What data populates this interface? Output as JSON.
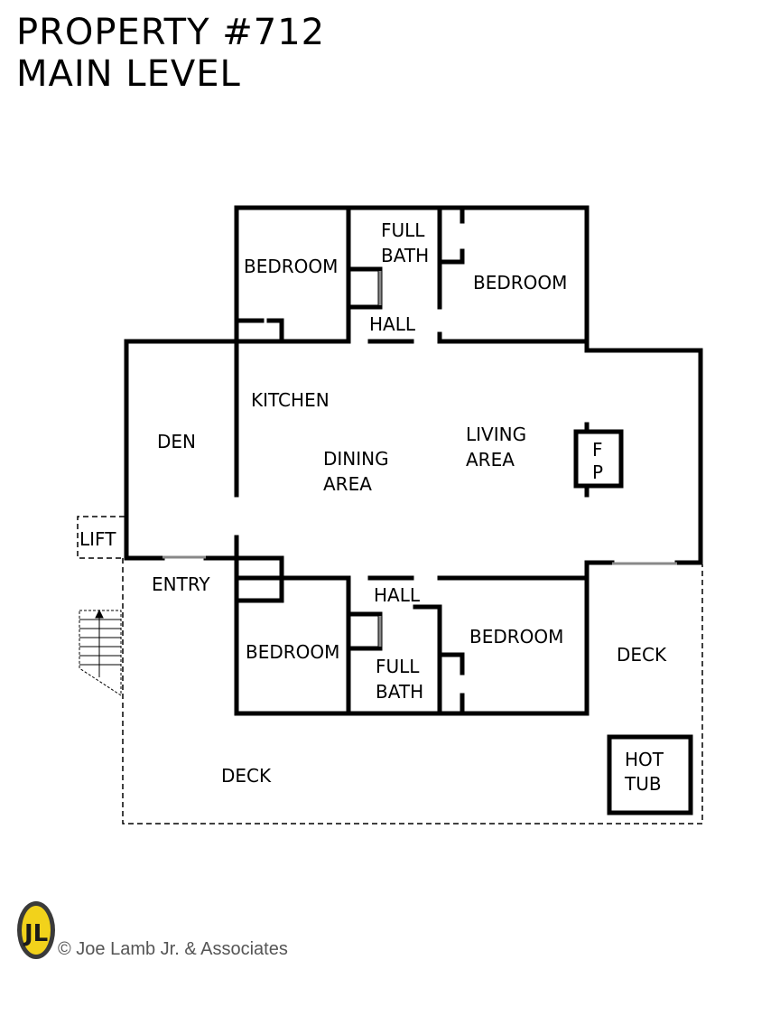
{
  "title": {
    "line1": "PROPERTY #712",
    "line2": "MAIN LEVEL"
  },
  "rooms": {
    "bedroom_top_left": "BEDROOM",
    "full_bath_top": [
      "FULL",
      "BATH"
    ],
    "bedroom_top_right": "BEDROOM",
    "hall_top": "HALL",
    "kitchen": "KITCHEN",
    "den": "DEN",
    "dining_area": [
      "DINING",
      "AREA"
    ],
    "living_area": [
      "LIVING",
      "AREA"
    ],
    "fireplace": [
      "F",
      "P"
    ],
    "lift": "LIFT",
    "entry": "ENTRY",
    "hall_bottom": "HALL",
    "bedroom_bottom_left": "BEDROOM",
    "full_bath_bottom": [
      "FULL",
      "BATH"
    ],
    "bedroom_bottom_right": "BEDROOM",
    "deck_right": "DECK",
    "deck_bottom": "DECK",
    "hot_tub": [
      "HOT",
      "TUB"
    ]
  },
  "logo": {
    "monogram": "JL",
    "colors": {
      "outer": "#3a3a3a",
      "inner": "#f2d21b",
      "text": "#1a1a1a"
    }
  },
  "copyright": "© Joe Lamb Jr. & Associates",
  "colors": {
    "wall": "#000000",
    "dashed": "#000000",
    "copyright_text": "#555555"
  }
}
